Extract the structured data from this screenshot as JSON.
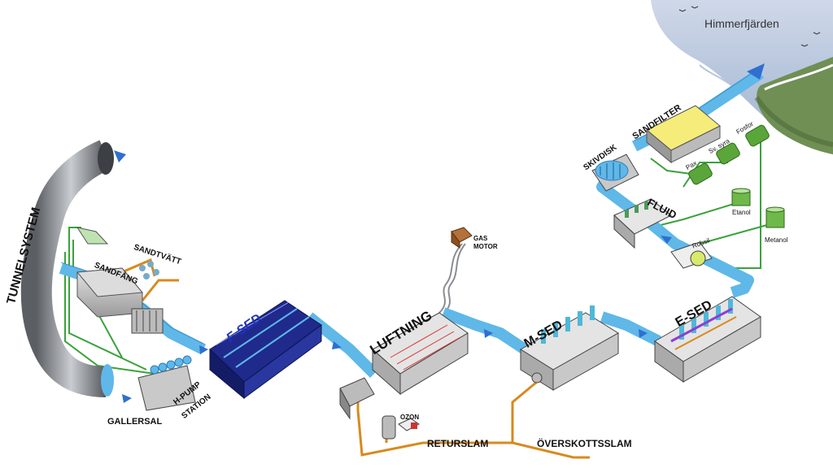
{
  "labels": {
    "himmerfjarden": "Himmerfjärden",
    "tunnelsystem": "TUNNELSYSTEM",
    "sandtvatt": "SANDTVÄTT",
    "sandfang": "SANDFÅNG",
    "hpump": "H-PUMP",
    "station": "STATION",
    "gallersal": "GALLERSAL",
    "fsed": "F-SED",
    "luftning": "LUFTNING",
    "gas": "GAS",
    "motor": "MOTOR",
    "msed": "M-SED",
    "esed": "E-SED",
    "fluid": "FLUID",
    "skivdisk": "SKIVDISK",
    "sandfilter": "SANDFILTER",
    "pax": "Pax",
    "svsyra": "Sv. syra",
    "fosfor": "Fosfor",
    "etanol": "Etanol",
    "metanol": "Metanol",
    "robsil": "Robsil",
    "ozon": "OZON",
    "returslam": "RETURSLAM",
    "overskottsslam": "ÖVERSKOTTSSLAM"
  },
  "colors": {
    "water": "#5fb8e8",
    "sludge": "#d88a1e",
    "chemical": "#3aa23a",
    "tank_blue": "#1f2a8c",
    "tunnel": "#8a8d92"
  }
}
